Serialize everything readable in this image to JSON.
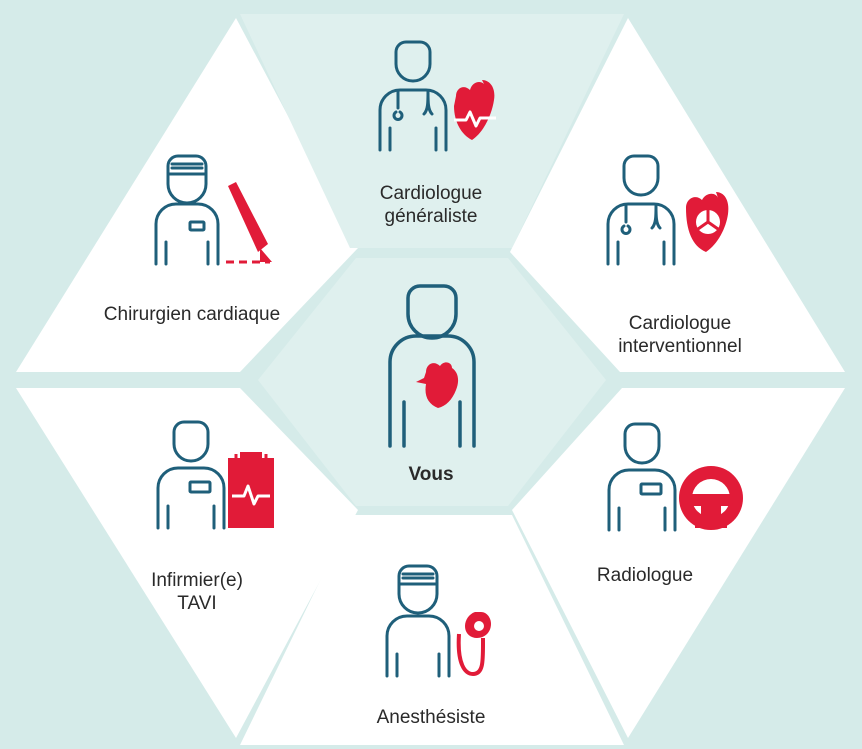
{
  "colors": {
    "background": "#d5ebe9",
    "tile_light": "#ffffff",
    "tile_teal": "#dff0ee",
    "outline": "#1f5f7a",
    "accent": "#e11b38"
  },
  "roles": [
    {
      "id": "general",
      "lines": [
        "Cardiologue",
        "généraliste"
      ],
      "icon": "doctor-with-heart-monitor-icon"
    },
    {
      "id": "surgeon",
      "lines": [
        "Chirurgien cardiaque"
      ],
      "icon": "surgeon-with-scalpel-icon"
    },
    {
      "id": "interventional",
      "lines": [
        "Cardiologue",
        "interventionnel"
      ],
      "icon": "doctor-with-valve-heart-icon"
    },
    {
      "id": "you",
      "lines": [
        "Vous"
      ],
      "icon": "patient-with-heart-icon"
    },
    {
      "id": "nurse",
      "lines": [
        "Infirmier(e)",
        "TAVI"
      ],
      "icon": "nurse-with-clipboard-icon"
    },
    {
      "id": "radiologist",
      "lines": [
        "Radiologue"
      ],
      "icon": "radiologist-with-scanner-icon"
    },
    {
      "id": "anesthetist",
      "lines": [
        "Anesthésiste"
      ],
      "icon": "anesthetist-with-tube-icon"
    }
  ]
}
